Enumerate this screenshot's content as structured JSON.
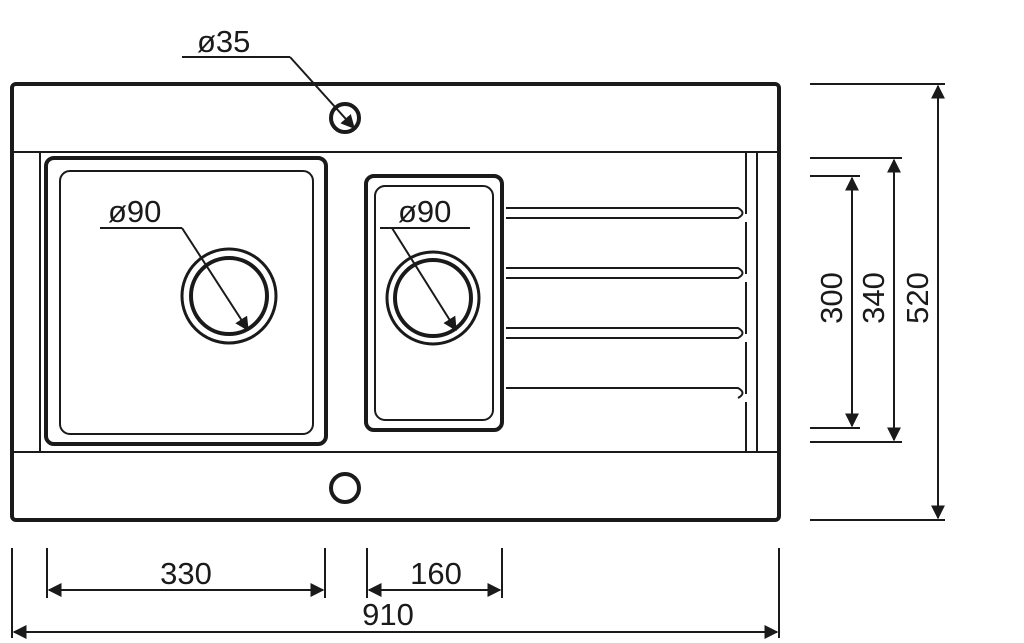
{
  "labels": {
    "overflow_diameter": "ø35",
    "main_drain_diameter": "ø90",
    "small_drain_diameter": "ø90",
    "main_bowl_width": "330",
    "small_bowl_width": "160",
    "total_width": "910",
    "bowl_depth": "300",
    "inner_depth": "340",
    "total_depth": "520"
  },
  "colors": {
    "line": "#1a1a1a",
    "background": "#ffffff"
  }
}
